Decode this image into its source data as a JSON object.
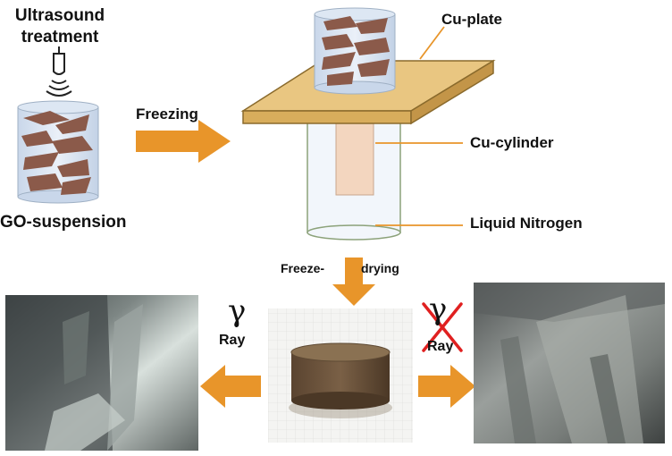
{
  "labels": {
    "ultrasound_line1": "Ultrasound",
    "ultrasound_line2": "treatment",
    "go_suspension": "GO-suspension",
    "freezing": "Freezing",
    "cu_plate": "Cu-plate",
    "cu_cylinder": "Cu-cylinder",
    "liquid_nitrogen": "Liquid Nitrogen",
    "freeze": "Freeze-",
    "drying": "drying",
    "gamma_left": "γ",
    "ray_left": "Ray",
    "gamma_right": "γ",
    "ray_right": "Ray"
  },
  "colors": {
    "arrow_orange": "#E8952A",
    "cu_plate_gold": "#E9C681",
    "cu_cylinder_peach": "#F3D6BF",
    "vessel_blue": "#D6E2F0",
    "vessel_edge": "#8CA27A",
    "flake_brown": "#8B5A4A",
    "cross_red": "#E02020"
  },
  "icons": [
    "ultrasound-probe-icon",
    "red-cross-icon"
  ]
}
